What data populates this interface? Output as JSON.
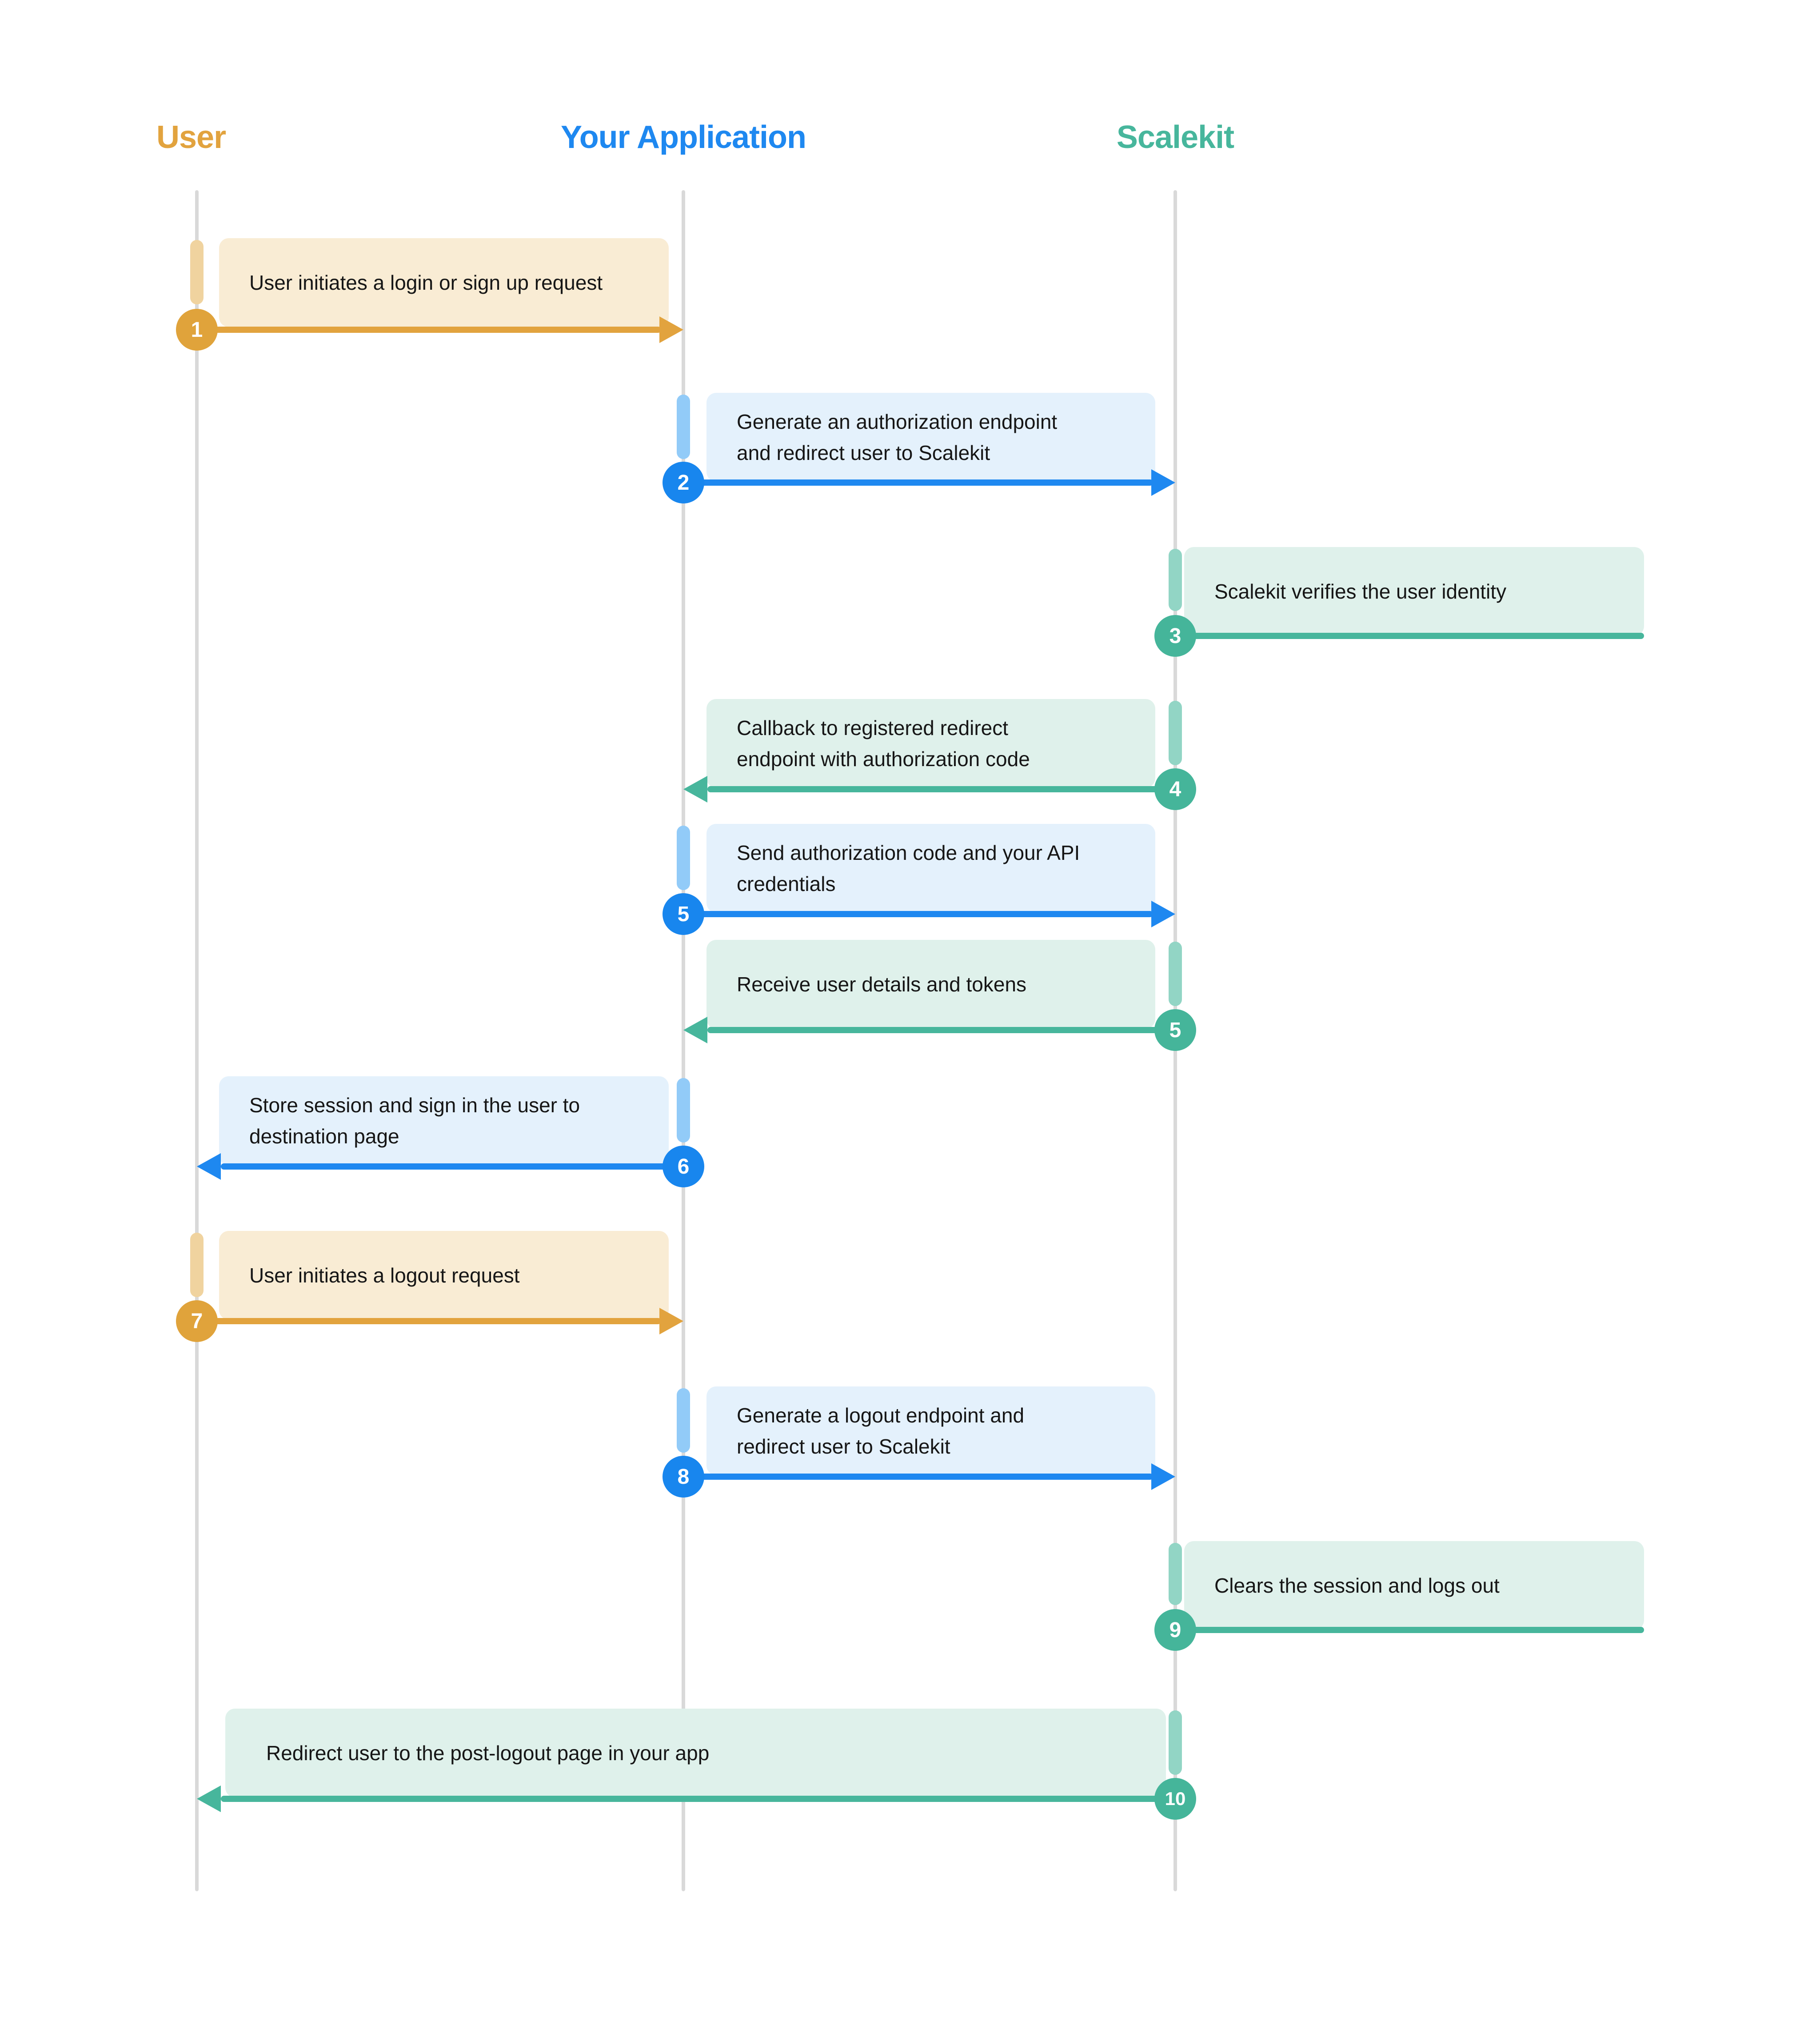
{
  "diagram": {
    "type": "sequence-diagram",
    "actors": [
      {
        "id": "user",
        "label": "User",
        "color": "#E2A33E"
      },
      {
        "id": "app",
        "label": "Your Application",
        "color": "#1E88F0"
      },
      {
        "id": "scalekit",
        "label": "Scalekit",
        "color": "#47B69C"
      }
    ],
    "colors": {
      "orange_primary": "#E2A33E",
      "orange_bar": "#F0D39F",
      "orange_note_bg": "#F9ECD4",
      "blue_primary": "#1E88F0",
      "blue_bar": "#92CBF8",
      "blue_note_bg": "#E4F1FC",
      "teal_primary": "#47B69C",
      "teal_bar": "#92D5C5",
      "teal_note_bg": "#DFF1EB",
      "lifeline": "#D9D9D9",
      "note_text": "#161616"
    },
    "steps": [
      {
        "num": "1",
        "label": "User initiates a login or sign up request",
        "from": "User",
        "to": "Your Application",
        "style": "orange"
      },
      {
        "num": "2",
        "label": "Generate an authorization endpoint\nand redirect user to Scalekit",
        "from": "Your Application",
        "to": "Scalekit",
        "style": "blue"
      },
      {
        "num": "3",
        "label": "Scalekit verifies the user identity",
        "from": "Scalekit",
        "to": "Scalekit",
        "style": "teal"
      },
      {
        "num": "4",
        "label": "Callback to registered redirect\nendpoint with authorization code",
        "from": "Scalekit",
        "to": "Your Application",
        "style": "teal"
      },
      {
        "num": "5",
        "label": "Send authorization code and your API\ncredentials",
        "from": "Your Application",
        "to": "Scalekit",
        "style": "blue"
      },
      {
        "num": "5",
        "label": "Receive user details and tokens",
        "from": "Scalekit",
        "to": "Your Application",
        "style": "teal"
      },
      {
        "num": "6",
        "label": "Store session and sign in the user to\ndestination page",
        "from": "Your Application",
        "to": "User",
        "style": "blue"
      },
      {
        "num": "7",
        "label": "User initiates a logout request",
        "from": "User",
        "to": "Your Application",
        "style": "orange"
      },
      {
        "num": "8",
        "label": "Generate a logout endpoint and\nredirect user to Scalekit",
        "from": "Your Application",
        "to": "Scalekit",
        "style": "blue"
      },
      {
        "num": "9",
        "label": "Clears the session and logs out",
        "from": "Scalekit",
        "to": "Scalekit",
        "style": "teal"
      },
      {
        "num": "10",
        "label": "Redirect user to the post-logout page in your app",
        "from": "Scalekit",
        "to": "User",
        "style": "teal"
      }
    ]
  }
}
